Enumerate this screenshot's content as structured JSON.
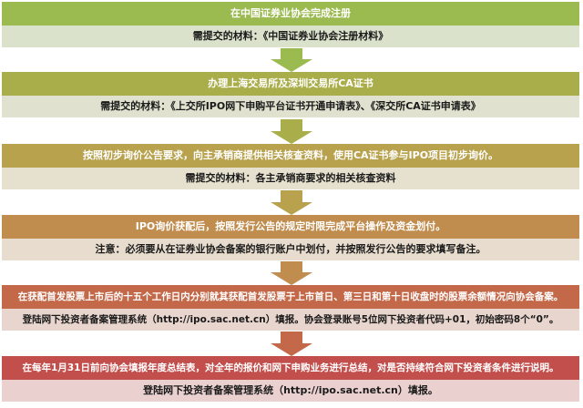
{
  "steps": [
    {
      "title": "在中国证券业协会完成注册",
      "detail": "需提交的材料：《中国证券业协会注册材料》",
      "head_color": "#9bba4f",
      "sub_color": "#dbe2cc"
    },
    {
      "title": "办理上海交易所及深圳交易所CA证书",
      "detail": "需提交的材料：《上交所IPO网下申购平台证书开通申请表》、《深交所CA证书申请表》",
      "head_color": "#aaae4a",
      "sub_color": "#e0e2cf"
    },
    {
      "title": "按照初步询价公告要求，向主承销商提供相关核查资料，使用CA证书参与IPO项目初步询价。",
      "detail": "需提交的材料：各主承销商要求的相关核查资料",
      "head_color": "#b9a24e",
      "sub_color": "#e6e1cf"
    },
    {
      "title": "IPO询价获配后，按照发行公告的规定时限完成平台操作及资金划付。",
      "detail": "注意：必须要从在证券业协会备案的银行账户中划付，并按照发行公告的要求填写备注。",
      "head_color": "#c08d4f",
      "sub_color": "#e7dccd"
    },
    {
      "title": "在获配首发股票上市后的十五个工作日内分别就其获配首发股票于上市首日、第三日和第十日收盘时的股票余额情况向协会备案。",
      "detail": "登陆网下投资者备案管理系统（http://ipo.sac.net.cn）填报。协会登录账号5位网下投资者代码+01，初始密码8个“0”。",
      "head_color": "#c3694a",
      "sub_color": "#e8d5cd"
    },
    {
      "title": "在每年1月31日前向协会填报年度总结表，对全年的报价和网下申购业务进行总结，对是否持续符合网下投资者条件进行说明。",
      "detail": "登陆网下投资者备案管理系统（http://ipo.sac.net.cn）填报。",
      "head_color": "#c24f4c",
      "sub_color": "#ead1d0"
    }
  ],
  "arrows": [
    {
      "icon": "down-arrow-icon",
      "color": "#9bba4f"
    },
    {
      "icon": "down-arrow-icon",
      "color": "#aaae4a"
    },
    {
      "icon": "down-arrow-icon",
      "color": "#b9a24e"
    },
    {
      "icon": "down-arrow-icon",
      "color": "#c08d4f"
    },
    {
      "icon": "down-arrow-icon",
      "color": "#c3694a"
    }
  ]
}
